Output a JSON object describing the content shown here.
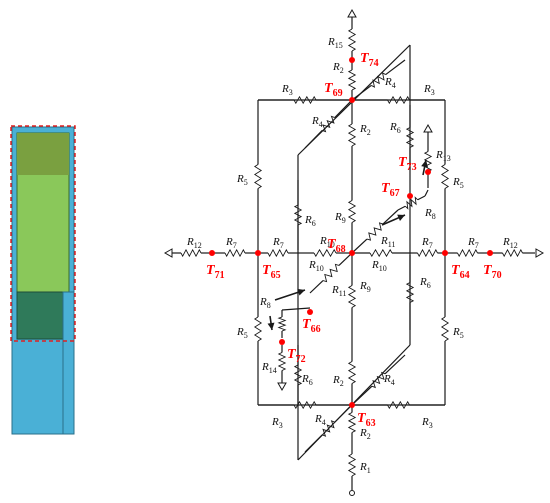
{
  "colors": {
    "wire": "#1a1a1a",
    "node": "#ff0000",
    "label": "#ff0000",
    "bar_blue": "#4ab0d6",
    "bar_green_light": "#8ac85a",
    "bar_green_dark": "#7aa040",
    "bar_green_bottom": "#2f7a5a",
    "dashed_outline": "#e02020"
  },
  "nodes": {
    "T63": {
      "name": "T",
      "sub": "63"
    },
    "T64": {
      "name": "T",
      "sub": "64"
    },
    "T65": {
      "name": "T",
      "sub": "65"
    },
    "T66": {
      "name": "T",
      "sub": "66"
    },
    "T67": {
      "name": "T",
      "sub": "67"
    },
    "T68": {
      "name": "T",
      "sub": "68"
    },
    "T69": {
      "name": "T",
      "sub": "69"
    },
    "T70": {
      "name": "T",
      "sub": "70"
    },
    "T71": {
      "name": "T",
      "sub": "71"
    },
    "T72": {
      "name": "T",
      "sub": "72"
    },
    "T73": {
      "name": "T",
      "sub": "73"
    },
    "T74": {
      "name": "T",
      "sub": "74"
    }
  },
  "resistors": {
    "R1": {
      "name": "R",
      "sub": "1"
    },
    "R2": {
      "name": "R",
      "sub": "2"
    },
    "R3": {
      "name": "R",
      "sub": "3"
    },
    "R4": {
      "name": "R",
      "sub": "4"
    },
    "R5": {
      "name": "R",
      "sub": "5"
    },
    "R6": {
      "name": "R",
      "sub": "6"
    },
    "R7": {
      "name": "R",
      "sub": "7"
    },
    "R8": {
      "name": "R",
      "sub": "8"
    },
    "R9": {
      "name": "R",
      "sub": "9"
    },
    "R10": {
      "name": "R",
      "sub": "10"
    },
    "R11": {
      "name": "R",
      "sub": "11"
    },
    "R12": {
      "name": "R",
      "sub": "12"
    },
    "R13": {
      "name": "R",
      "sub": "13"
    },
    "R14": {
      "name": "R",
      "sub": "14"
    },
    "R15": {
      "name": "R",
      "sub": "15"
    }
  }
}
